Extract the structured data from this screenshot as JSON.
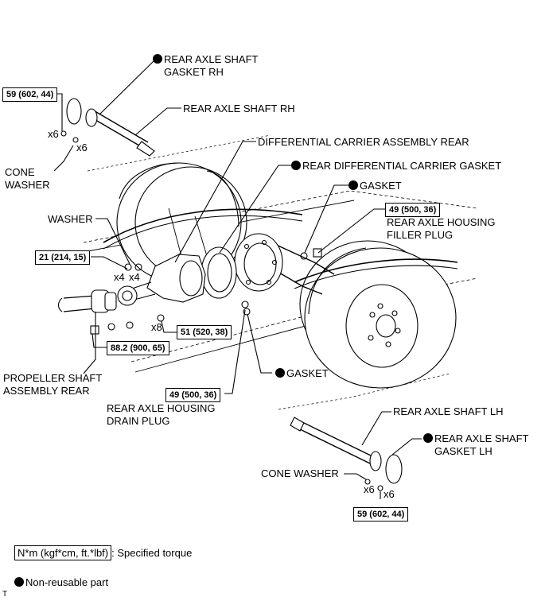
{
  "labels": {
    "gasket_rh": [
      "REAR AXLE SHAFT",
      "GASKET RH"
    ],
    "shaft_rh": "REAR AXLE SHAFT RH",
    "diff_carrier": "DIFFERENTIAL CARRIER ASSEMBLY REAR",
    "diff_gasket": "REAR DIFFERENTIAL CARRIER GASKET",
    "gasket_top": "GASKET",
    "filler_plug": [
      "REAR AXLE HOUSING",
      "FILLER PLUG"
    ],
    "cone_washer_left": [
      "CONE",
      "WASHER"
    ],
    "washer": "WASHER",
    "propeller": [
      "PROPELLER SHAFT",
      "ASSEMBLY REAR"
    ],
    "gasket_bottom": "GASKET",
    "drain_plug": [
      "REAR AXLE HOUSING",
      "DRAIN PLUG"
    ],
    "shaft_lh": "REAR AXLE SHAFT LH",
    "gasket_lh": [
      "REAR AXLE SHAFT",
      "GASKET LH"
    ],
    "cone_washer_right": "CONE WASHER"
  },
  "torques": {
    "t_top_left": "59 (602, 44)",
    "t_filler": "49 (500, 36)",
    "t_washer": "21 (214, 15)",
    "t_carrier": "51 (520, 38)",
    "t_prop": "88.2 (900, 65)",
    "t_drain": "49 (500, 36)",
    "t_bottom_right": "59 (602, 44)"
  },
  "quantities": {
    "q_x6_a": "x6",
    "q_x6_b": "x6",
    "q_x4_a": "x4",
    "q_x4_b": "x4",
    "q_x8": "x8",
    "q_x6_c": "x6",
    "q_x6_d": "x6"
  },
  "legend": {
    "torque_unit": "N*m (kgf*cm, ft.*lbf)",
    "torque_text": ": Specified torque",
    "nonreusable_text": "Non-reusable part"
  },
  "corner_mark": "T"
}
